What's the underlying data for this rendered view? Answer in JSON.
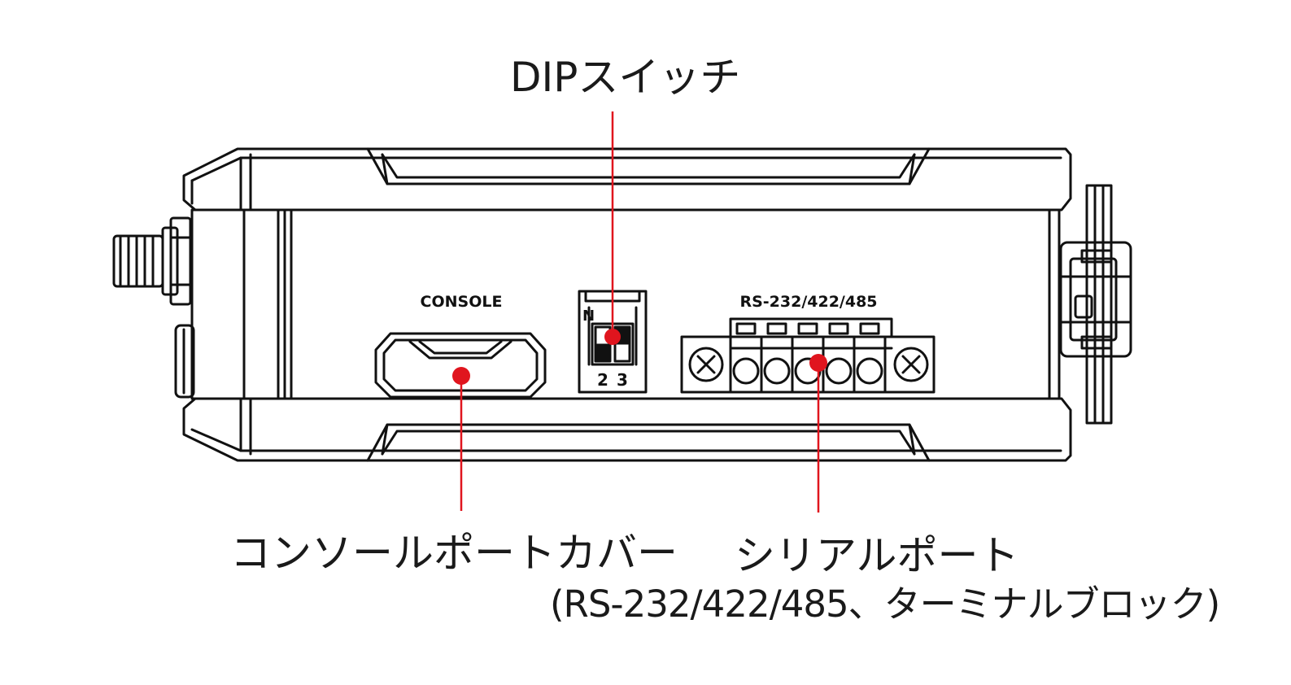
{
  "callouts": {
    "dip_switch": "DIPスイッチ",
    "console_cover": "コンソールポートカバー",
    "serial_port_line1": "シリアルポート",
    "serial_port_line2": "(RS-232/422/485、ターミナルブロック)"
  },
  "device": {
    "console_label": "CONSOLE",
    "serial_label": "RS-232/422/485",
    "dip_on_marker": "N",
    "dip_switch_numbers": [
      "2",
      "3"
    ]
  },
  "colors": {
    "outline": "#111111",
    "callout_red": "#e0151e",
    "text": "#1a1a1a"
  }
}
